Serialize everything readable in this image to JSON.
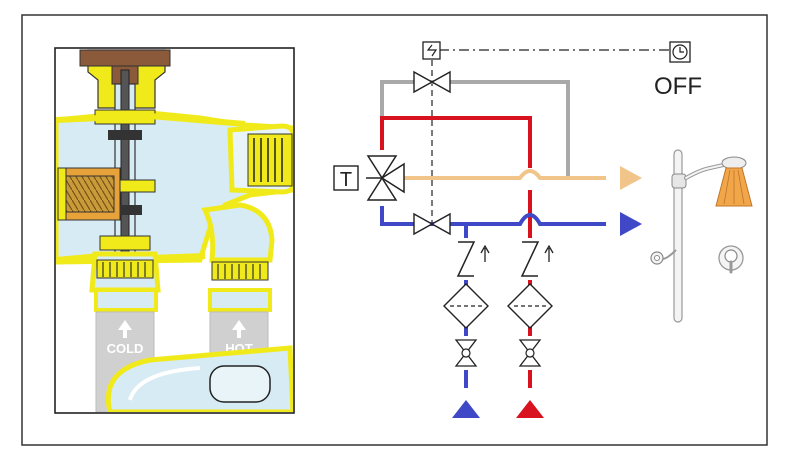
{
  "labels": {
    "cold": "COLD",
    "hot": "HOT",
    "thermostat": "T",
    "off": "OFF"
  },
  "colors": {
    "hot_pipe": "#d8121f",
    "cold_pipe": "#3f48c6",
    "mixed_pipe": "#f1c48a",
    "return_pipe": "#a9a9a9",
    "brass_yellow": "#f1ea1a",
    "cutaway_blue": "#d6ebf3",
    "frame": "#333333"
  },
  "icons": {
    "thermostat": "thermostat-box-icon",
    "timer": "clock-icon",
    "solenoid": "solenoid-icon",
    "shower_head": "shower-head-icon",
    "outlet_arrow": "outlet-triangle-icon"
  }
}
